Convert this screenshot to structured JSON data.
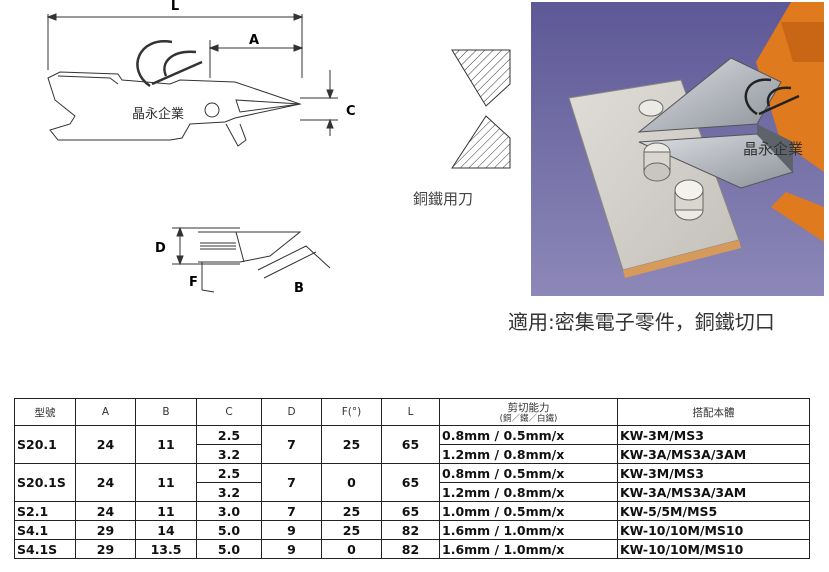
{
  "drawing": {
    "labels": {
      "L": "L",
      "A": "A",
      "C": "C",
      "D": "D",
      "F": "F",
      "B": "B"
    },
    "watermark_text": "晶永企業",
    "blade_label": "銅鐵用刀"
  },
  "photo": {
    "watermark_text": "晶永企業"
  },
  "caption": "適用:密集電子零件，銅鐵切口",
  "table": {
    "headers": {
      "model": "型號",
      "a": "A",
      "b": "B",
      "c": "C",
      "d": "D",
      "f": "F(°)",
      "l": "L",
      "capacity": "剪切能力",
      "capacity_sub": "(銅／鐵／白鐵)",
      "match": "搭配本體"
    },
    "groups": [
      {
        "model": "S20.1",
        "a": "24",
        "b": "11",
        "d": "7",
        "f": "25",
        "l": "65",
        "rows": [
          {
            "c": "2.5",
            "capacity": "0.8mm / 0.5mm/x",
            "match": "KW-3M/MS3"
          },
          {
            "c": "3.2",
            "capacity": "1.2mm / 0.8mm/x",
            "match": "KW-3A/MS3A/3AM"
          }
        ]
      },
      {
        "model": "S20.1S",
        "a": "24",
        "b": "11",
        "d": "7",
        "f": "0",
        "l": "65",
        "rows": [
          {
            "c": "2.5",
            "capacity": "0.8mm / 0.5mm/x",
            "match": "KW-3M/MS3"
          },
          {
            "c": "3.2",
            "capacity": "1.2mm / 0.8mm/x",
            "match": "KW-3A/MS3A/3AM"
          }
        ]
      },
      {
        "model": "S2.1",
        "a": "24",
        "b": "11",
        "d": "7",
        "f": "25",
        "l": "65",
        "rows": [
          {
            "c": "3.0",
            "capacity": "1.0mm / 0.5mm/x",
            "match": "KW-5/5M/MS5"
          }
        ]
      },
      {
        "model": "S4.1",
        "a": "29",
        "b": "14",
        "d": "9",
        "f": "25",
        "l": "82",
        "rows": [
          {
            "c": "5.0",
            "capacity": "1.6mm / 1.0mm/x",
            "match": "KW-10/10M/MS10"
          }
        ]
      },
      {
        "model": "S4.1S",
        "a": "29",
        "b": "13.5",
        "d": "9",
        "f": "0",
        "l": "82",
        "rows": [
          {
            "c": "5.0",
            "capacity": "1.6mm / 1.0mm/x",
            "match": "KW-10/10M/MS10"
          }
        ]
      }
    ]
  }
}
